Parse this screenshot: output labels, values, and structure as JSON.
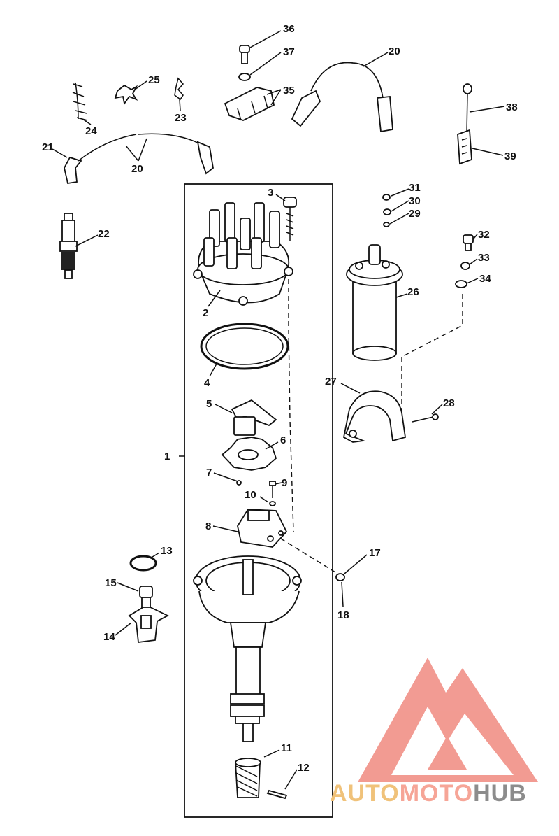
{
  "callouts": [
    "1",
    "2",
    "3",
    "4",
    "5",
    "6",
    "7",
    "8",
    "9",
    "10",
    "11",
    "12",
    "13",
    "14",
    "15",
    "17",
    "18",
    "20",
    "20",
    "21",
    "22",
    "23",
    "24",
    "25",
    "26",
    "27",
    "28",
    "29",
    "30",
    "31",
    "32",
    "33",
    "34",
    "35",
    "36",
    "37",
    "38",
    "39"
  ],
  "watermark": {
    "part1": "AUTO",
    "part2": "MOTO",
    "part3": "HUB",
    "colors": {
      "auto": "#f0c27a",
      "moto": "#f6a597",
      "hub": "#8c8c8c",
      "triangle": "#f08a80"
    }
  }
}
